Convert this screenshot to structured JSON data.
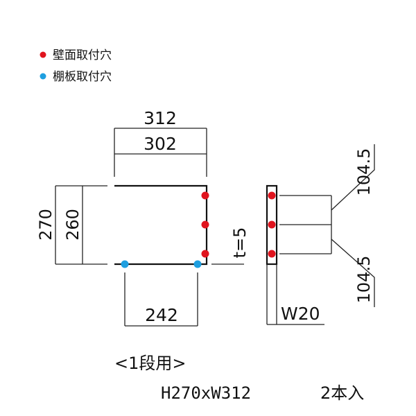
{
  "legend": {
    "wall_hole_label": "壁面取付穴",
    "wall_hole_color": "#e0141e",
    "shelf_hole_label": "棚板取付穴",
    "shelf_hole_color": "#1e9fe0"
  },
  "dimensions": {
    "outer_width": "312",
    "inner_width": "302",
    "outer_height": "270",
    "inner_height": "260",
    "bottom_span": "242",
    "thickness": "t=5",
    "side_width": "W20",
    "upper_pitch": "104.5",
    "lower_pitch": "104.5"
  },
  "caption": {
    "title": "<1段用>",
    "spec": "H270xW312",
    "quantity": "2本入"
  }
}
